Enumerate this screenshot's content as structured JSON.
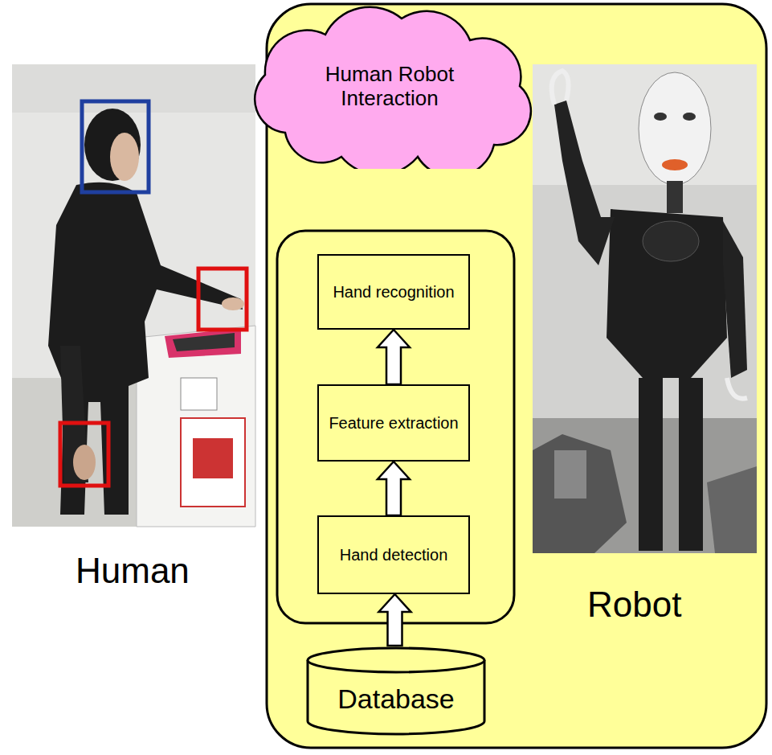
{
  "diagram": {
    "nodes": [
      {
        "text": [
          "Human Robot Interaction"
        ]
      },
      {
        "text": [
          "Hand recognition"
        ]
      },
      {
        "text": [
          "Feature extraction"
        ]
      },
      {
        "text": [
          "Hand detection"
        ]
      },
      {
        "text": [
          "Database"
        ]
      }
    ],
    "edges": [
      {
        "from": 3,
        "to": 2,
        "arrow": "to"
      },
      {
        "from": 2,
        "to": 1,
        "arrow": "to"
      },
      {
        "from": 4,
        "to": 3,
        "arrow": "to"
      }
    ],
    "labels": [
      "Human",
      "Robot"
    ]
  }
}
